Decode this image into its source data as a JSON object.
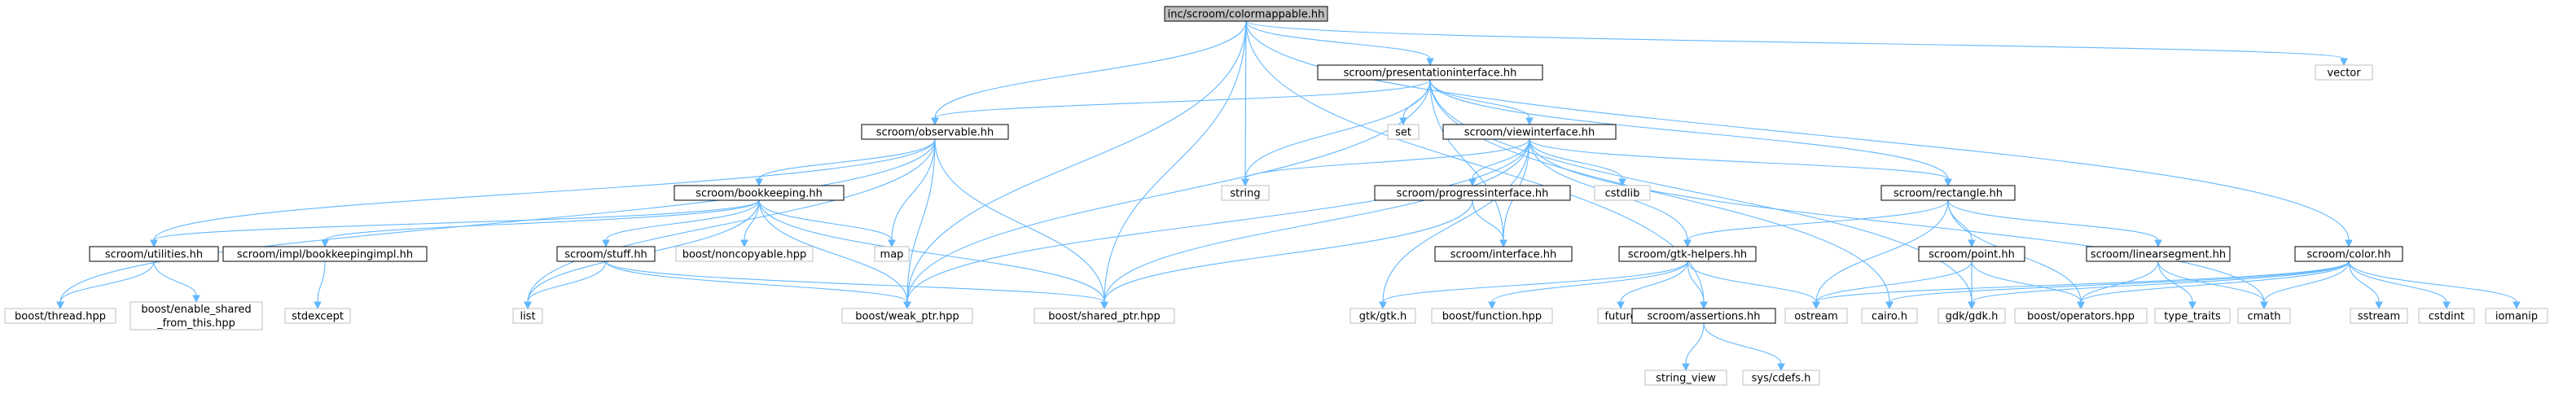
{
  "diagram": {
    "colors": {
      "root_fill": "#bfbfbf",
      "documented_border": "#000000",
      "external_border": "#bfbfbf",
      "edge": "#63b8ff",
      "text": "#000000"
    },
    "nodes": [
      {
        "id": "root",
        "lines": [
          "inc/scroom/colormappable.hh"
        ],
        "style": "root"
      },
      {
        "id": "presentationinterface",
        "lines": [
          "scroom/presentationinterface.hh"
        ],
        "style": "documented"
      },
      {
        "id": "vector",
        "lines": [
          "vector"
        ],
        "style": "external"
      },
      {
        "id": "observable",
        "lines": [
          "scroom/observable.hh"
        ],
        "style": "documented"
      },
      {
        "id": "set",
        "lines": [
          "set"
        ],
        "style": "external"
      },
      {
        "id": "viewinterface",
        "lines": [
          "scroom/viewinterface.hh"
        ],
        "style": "documented"
      },
      {
        "id": "string",
        "lines": [
          "string"
        ],
        "style": "external"
      },
      {
        "id": "bookkeeping",
        "lines": [
          "scroom/bookkeeping.hh"
        ],
        "style": "documented"
      },
      {
        "id": "map",
        "lines": [
          "map"
        ],
        "style": "external"
      },
      {
        "id": "progressinterface",
        "lines": [
          "scroom/progressinterface.hh"
        ],
        "style": "documented"
      },
      {
        "id": "cstdlib",
        "lines": [
          "cstdlib"
        ],
        "style": "external"
      },
      {
        "id": "rectangle",
        "lines": [
          "scroom/rectangle.hh"
        ],
        "style": "documented"
      },
      {
        "id": "utilities",
        "lines": [
          "scroom/utilities.hh"
        ],
        "style": "documented"
      },
      {
        "id": "bookkeepingimpl",
        "lines": [
          "scroom/impl/bookkeepingimpl.hh"
        ],
        "style": "documented"
      },
      {
        "id": "stuff",
        "lines": [
          "scroom/stuff.hh"
        ],
        "style": "documented"
      },
      {
        "id": "noncopyable",
        "lines": [
          "boost/noncopyable.hpp"
        ],
        "style": "external"
      },
      {
        "id": "interface",
        "lines": [
          "scroom/interface.hh"
        ],
        "style": "documented"
      },
      {
        "id": "gtkhelpers",
        "lines": [
          "scroom/gtk-helpers.hh"
        ],
        "style": "documented"
      },
      {
        "id": "point",
        "lines": [
          "scroom/point.hh"
        ],
        "style": "documented"
      },
      {
        "id": "linearsegment",
        "lines": [
          "scroom/linearsegment.hh"
        ],
        "style": "documented"
      },
      {
        "id": "color",
        "lines": [
          "scroom/color.hh"
        ],
        "style": "documented"
      },
      {
        "id": "thread",
        "lines": [
          "boost/thread.hpp"
        ],
        "style": "external"
      },
      {
        "id": "enable_shared",
        "lines": [
          "boost/enable_shared",
          "_from_this.hpp"
        ],
        "style": "external"
      },
      {
        "id": "stdexcept",
        "lines": [
          "stdexcept"
        ],
        "style": "external"
      },
      {
        "id": "list",
        "lines": [
          "list"
        ],
        "style": "external"
      },
      {
        "id": "weak_ptr",
        "lines": [
          "boost/weak_ptr.hpp"
        ],
        "style": "external"
      },
      {
        "id": "shared_ptr",
        "lines": [
          "boost/shared_ptr.hpp"
        ],
        "style": "external"
      },
      {
        "id": "gtk",
        "lines": [
          "gtk/gtk.h"
        ],
        "style": "external"
      },
      {
        "id": "function",
        "lines": [
          "boost/function.hpp"
        ],
        "style": "external"
      },
      {
        "id": "future",
        "lines": [
          "future"
        ],
        "style": "external"
      },
      {
        "id": "assertions",
        "lines": [
          "scroom/assertions.hh"
        ],
        "style": "documented"
      },
      {
        "id": "ostream",
        "lines": [
          "ostream"
        ],
        "style": "external"
      },
      {
        "id": "cairo",
        "lines": [
          "cairo.h"
        ],
        "style": "external"
      },
      {
        "id": "gdk",
        "lines": [
          "gdk/gdk.h"
        ],
        "style": "external"
      },
      {
        "id": "operators",
        "lines": [
          "boost/operators.hpp"
        ],
        "style": "external"
      },
      {
        "id": "type_traits",
        "lines": [
          "type_traits"
        ],
        "style": "external"
      },
      {
        "id": "cmath",
        "lines": [
          "cmath"
        ],
        "style": "external"
      },
      {
        "id": "sstream",
        "lines": [
          "sstream"
        ],
        "style": "external"
      },
      {
        "id": "cstdint",
        "lines": [
          "cstdint"
        ],
        "style": "external"
      },
      {
        "id": "iomanip",
        "lines": [
          "iomanip"
        ],
        "style": "external"
      },
      {
        "id": "string_view",
        "lines": [
          "string_view"
        ],
        "style": "external"
      },
      {
        "id": "cdefs",
        "lines": [
          "sys/cdefs.h"
        ],
        "style": "external"
      }
    ],
    "edges": [
      [
        "root",
        "presentationinterface"
      ],
      [
        "root",
        "vector"
      ],
      [
        "root",
        "observable"
      ],
      [
        "root",
        "string"
      ],
      [
        "root",
        "shared_ptr"
      ],
      [
        "root",
        "weak_ptr"
      ],
      [
        "root",
        "assertions"
      ],
      [
        "root",
        "color"
      ],
      [
        "presentationinterface",
        "observable"
      ],
      [
        "presentationinterface",
        "set"
      ],
      [
        "presentationinterface",
        "viewinterface"
      ],
      [
        "presentationinterface",
        "string"
      ],
      [
        "presentationinterface",
        "rectangle"
      ],
      [
        "presentationinterface",
        "interface"
      ],
      [
        "presentationinterface",
        "gdk"
      ],
      [
        "presentationinterface",
        "cairo"
      ],
      [
        "presentationinterface",
        "weak_ptr"
      ],
      [
        "observable",
        "list"
      ],
      [
        "observable",
        "map"
      ],
      [
        "observable",
        "bookkeeping"
      ],
      [
        "observable",
        "utilities"
      ],
      [
        "observable",
        "thread"
      ],
      [
        "observable",
        "shared_ptr"
      ],
      [
        "observable",
        "weak_ptr"
      ],
      [
        "viewinterface",
        "string"
      ],
      [
        "viewinterface",
        "cstdlib"
      ],
      [
        "viewinterface",
        "progressinterface"
      ],
      [
        "viewinterface",
        "interface"
      ],
      [
        "viewinterface",
        "rectangle"
      ],
      [
        "viewinterface",
        "gtkhelpers"
      ],
      [
        "viewinterface",
        "gtk"
      ],
      [
        "viewinterface",
        "cmath"
      ],
      [
        "viewinterface",
        "shared_ptr"
      ],
      [
        "viewinterface",
        "weak_ptr"
      ],
      [
        "bookkeeping",
        "utilities"
      ],
      [
        "bookkeeping",
        "bookkeepingimpl"
      ],
      [
        "bookkeeping",
        "stuff"
      ],
      [
        "bookkeeping",
        "noncopyable"
      ],
      [
        "bookkeeping",
        "map"
      ],
      [
        "bookkeeping",
        "list"
      ],
      [
        "bookkeeping",
        "weak_ptr"
      ],
      [
        "bookkeeping",
        "shared_ptr"
      ],
      [
        "progressinterface",
        "interface"
      ],
      [
        "progressinterface",
        "shared_ptr"
      ],
      [
        "rectangle",
        "gtkhelpers"
      ],
      [
        "rectangle",
        "point"
      ],
      [
        "rectangle",
        "linearsegment"
      ],
      [
        "rectangle",
        "ostream"
      ],
      [
        "rectangle",
        "operators"
      ],
      [
        "utilities",
        "thread"
      ],
      [
        "utilities",
        "enable_shared"
      ],
      [
        "bookkeepingimpl",
        "stdexcept"
      ],
      [
        "stuff",
        "list"
      ],
      [
        "stuff",
        "weak_ptr"
      ],
      [
        "stuff",
        "shared_ptr"
      ],
      [
        "gtkhelpers",
        "gtk"
      ],
      [
        "gtkhelpers",
        "function"
      ],
      [
        "gtkhelpers",
        "future"
      ],
      [
        "gtkhelpers",
        "assertions"
      ],
      [
        "gtkhelpers",
        "ostream"
      ],
      [
        "point",
        "ostream"
      ],
      [
        "point",
        "gdk"
      ],
      [
        "point",
        "operators"
      ],
      [
        "linearsegment",
        "operators"
      ],
      [
        "linearsegment",
        "type_traits"
      ],
      [
        "linearsegment",
        "cmath"
      ],
      [
        "color",
        "cairo"
      ],
      [
        "color",
        "gdk"
      ],
      [
        "color",
        "operators"
      ],
      [
        "color",
        "cmath"
      ],
      [
        "color",
        "sstream"
      ],
      [
        "color",
        "cstdint"
      ],
      [
        "color",
        "iomanip"
      ],
      [
        "color",
        "ostream"
      ],
      [
        "assertions",
        "string_view"
      ],
      [
        "assertions",
        "cdefs"
      ]
    ]
  }
}
